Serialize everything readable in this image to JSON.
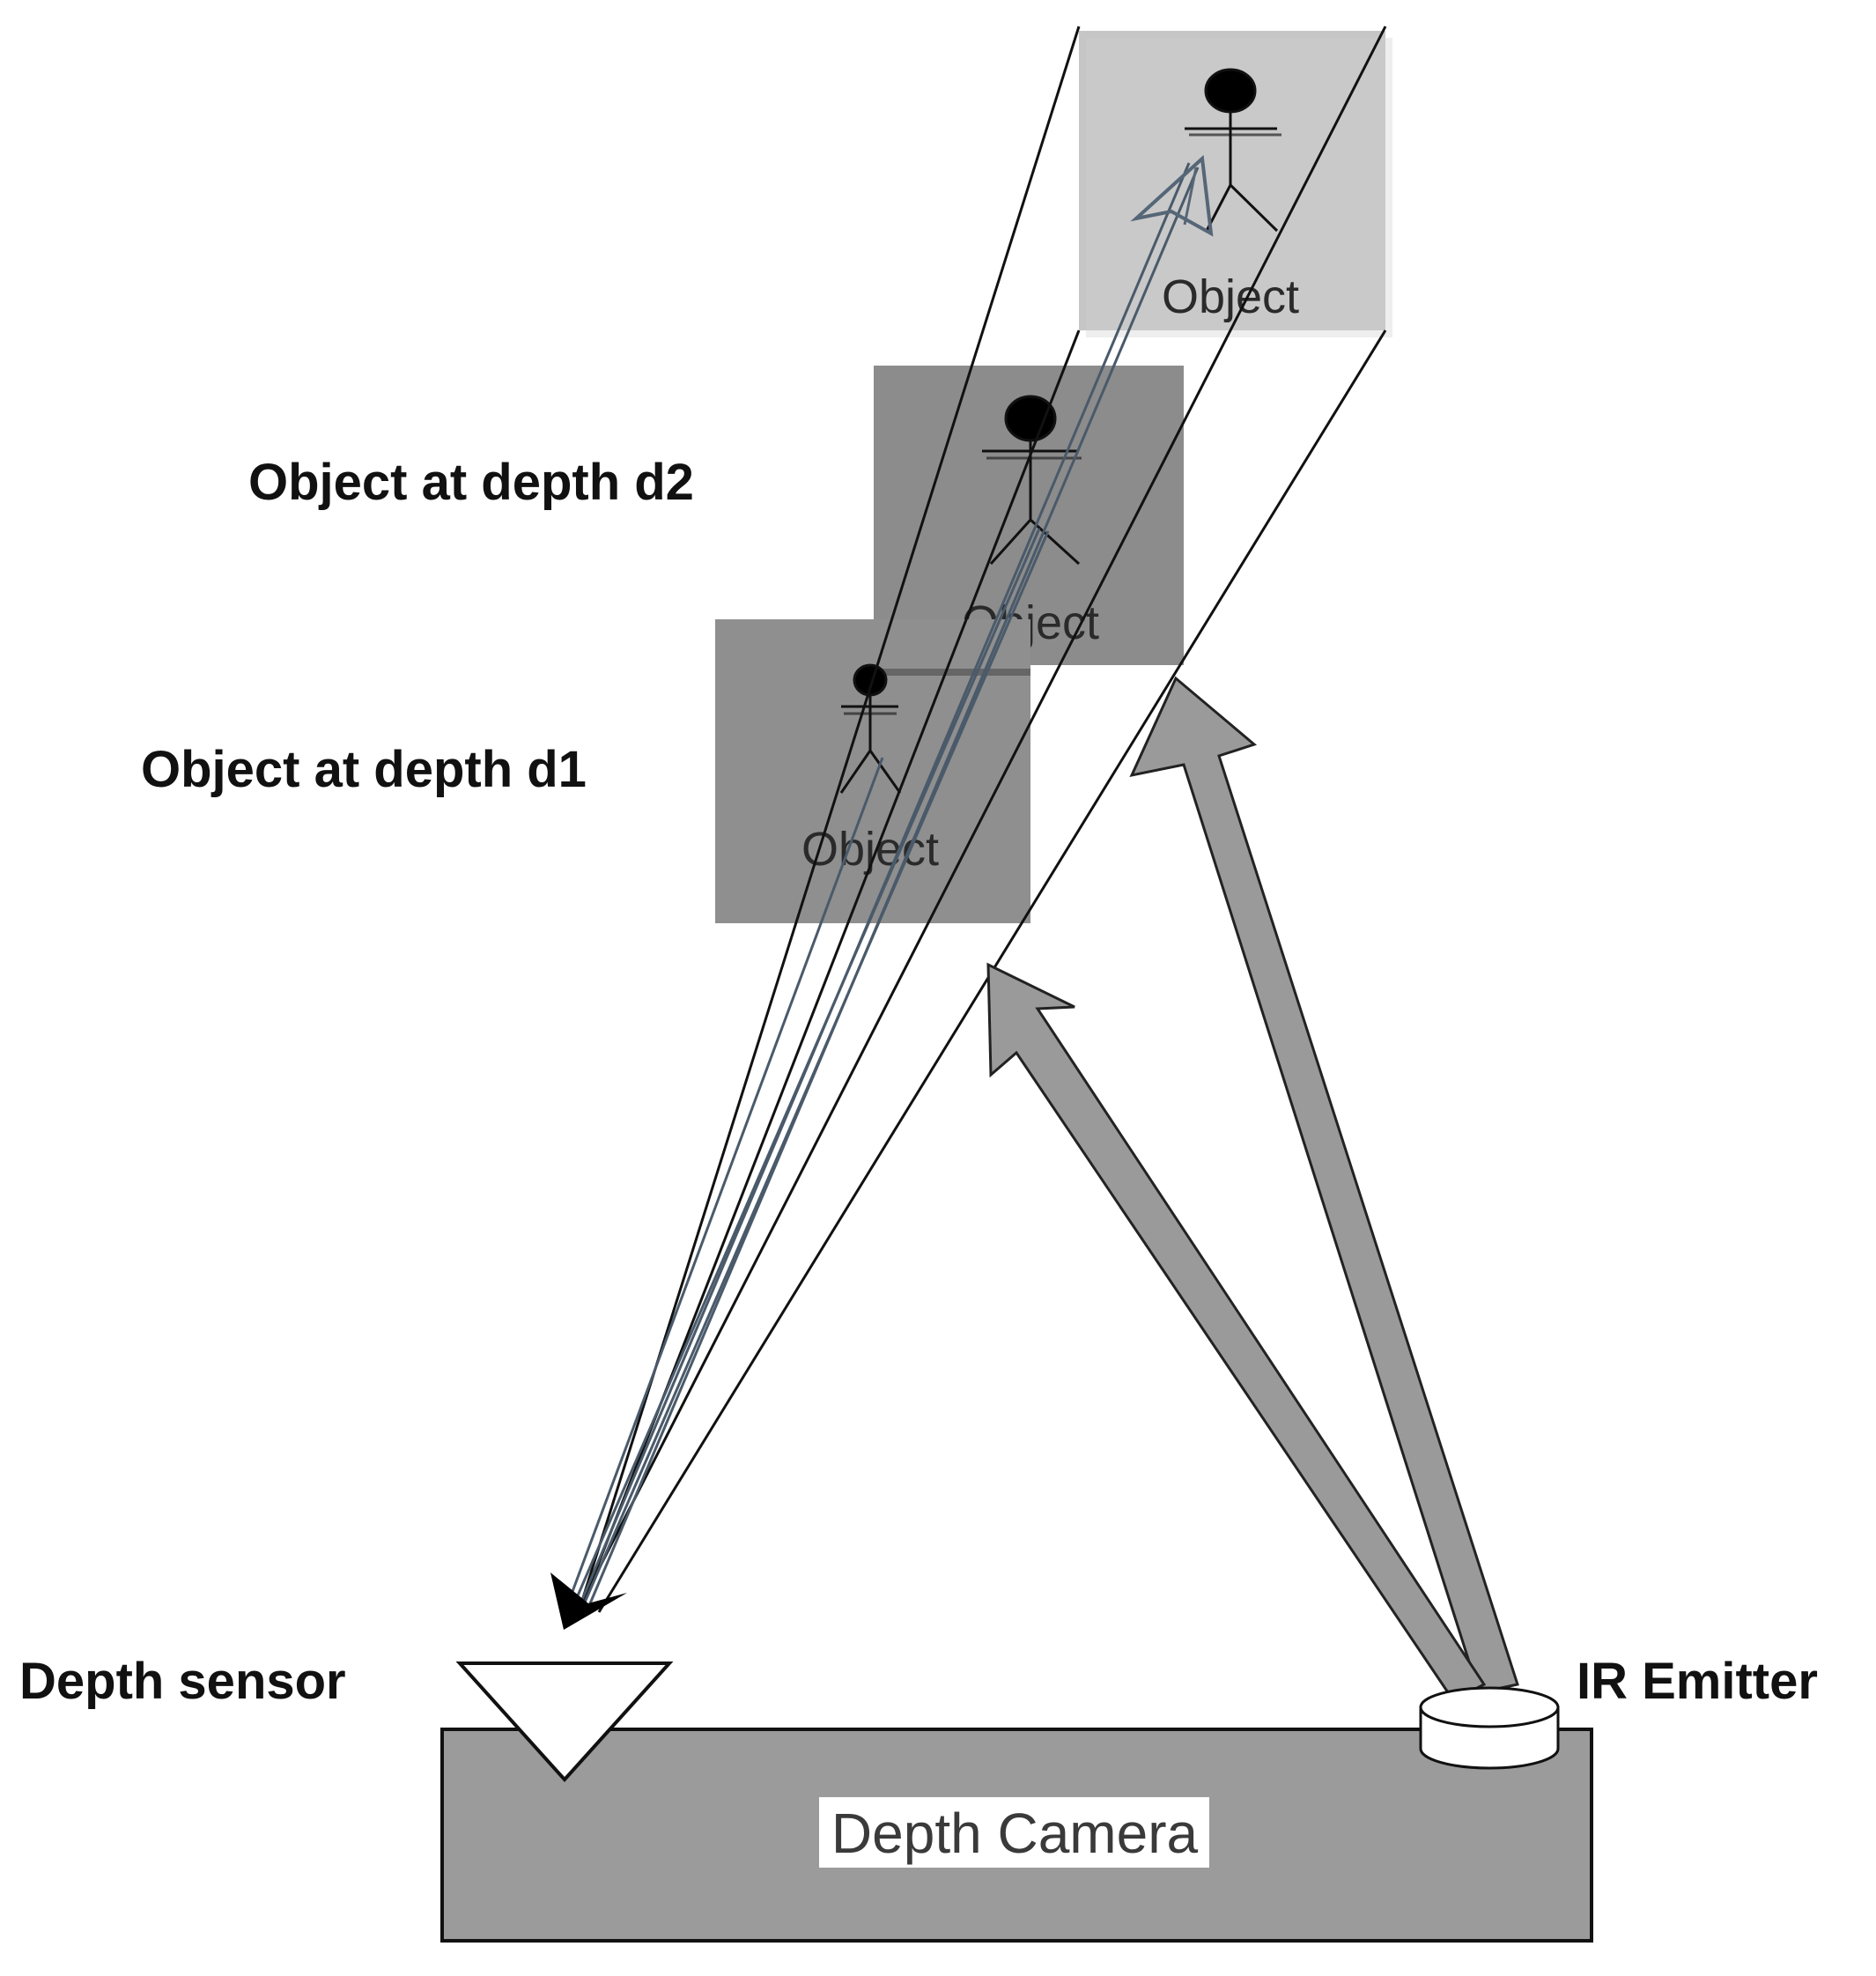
{
  "diagram": {
    "labels": {
      "object_d2": "Object at depth d2",
      "object_d1": "Object at depth d1",
      "depth_sensor": "Depth sensor",
      "ir_emitter": "IR Emitter",
      "depth_camera": "Depth Camera"
    },
    "objects": [
      {
        "id": "far",
        "label": "Object"
      },
      {
        "id": "d2",
        "label": "Object"
      },
      {
        "id": "d1",
        "label": "Object"
      }
    ],
    "colors": {
      "camera_body": "#9b9b9b",
      "object_far_box": "#c6c6c6",
      "object_d2_box": "#8c8c8c",
      "object_d1_box": "#8f8f8f",
      "ir_arrow": "#9a9a9a",
      "reflected_rays": "#4a5a6a"
    }
  }
}
